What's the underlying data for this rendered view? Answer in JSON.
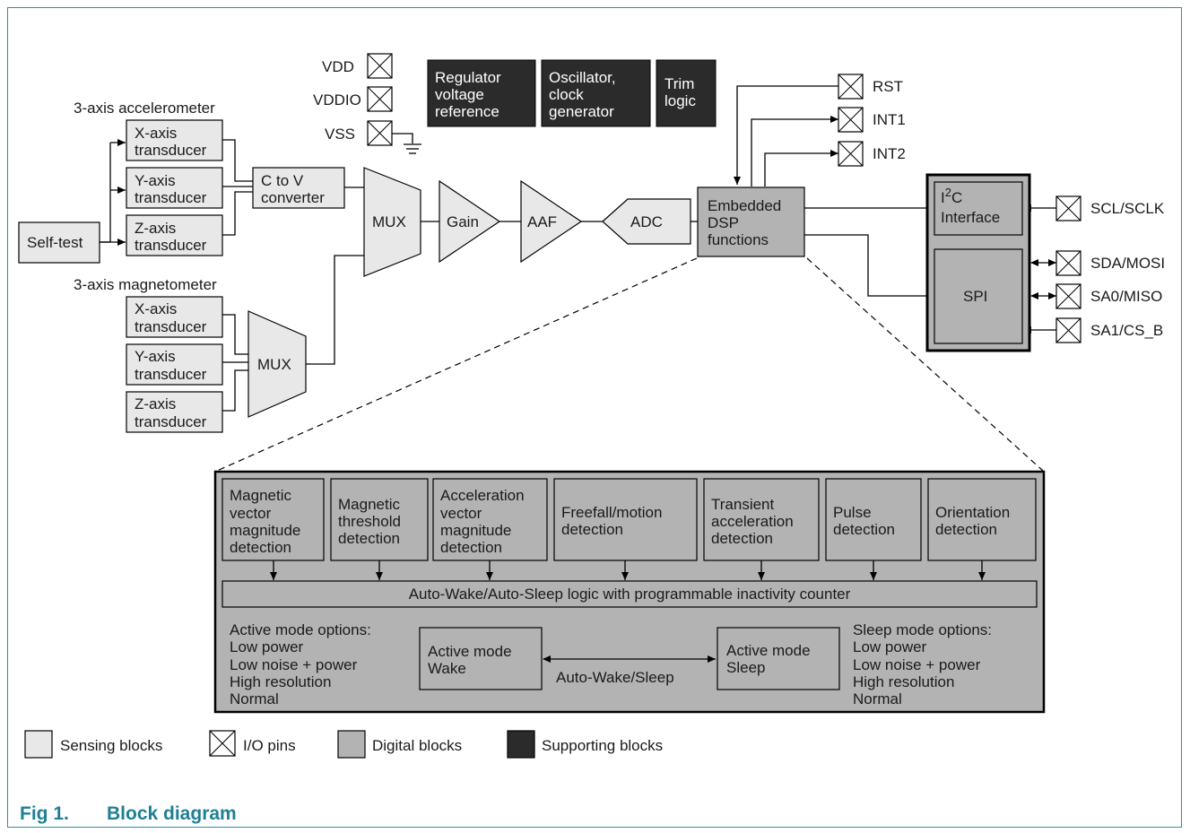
{
  "sensors": {
    "accel_label": "3-axis accelerometer",
    "mag_label": "3-axis magnetometer",
    "accel_x": [
      "X-axis",
      "transducer"
    ],
    "accel_y": [
      "Y-axis",
      "transducer"
    ],
    "accel_z": [
      "Z-axis",
      "transducer"
    ],
    "mag_x": [
      "X-axis",
      "transducer"
    ],
    "mag_y": [
      "Y-axis",
      "transducer"
    ],
    "mag_z": [
      "Z-axis",
      "transducer"
    ],
    "self_test": "Self-test"
  },
  "chain": {
    "ctov": [
      "C to V",
      "converter"
    ],
    "mux_main": "MUX",
    "mux_mag": "MUX",
    "gain": "Gain",
    "aaf": "AAF",
    "adc": "ADC",
    "dsp": [
      "Embedded",
      "DSP",
      "functions"
    ]
  },
  "power_pins": {
    "vdd": "VDD",
    "vddio": "VDDIO",
    "vss": "VSS"
  },
  "support": {
    "regulator": [
      "Regulator",
      "voltage",
      "reference"
    ],
    "oscillator": [
      "Oscillator,",
      "clock",
      "generator"
    ],
    "trim": [
      "Trim",
      "logic"
    ]
  },
  "out_pins": {
    "rst": "RST",
    "int1": "INT1",
    "int2": "INT2"
  },
  "interface": {
    "i2c_base": "I",
    "i2c_sup": "2",
    "i2c_rest": "C",
    "i2c_line2": "Interface",
    "spi": "SPI",
    "scl": "SCL/SCLK",
    "sda": "SDA/MOSI",
    "sa0": "SA0/MISO",
    "sa1": "SA1/CS_B"
  },
  "dsp_detail": {
    "functions": [
      [
        "Magnetic",
        "vector",
        "magnitude",
        "detection"
      ],
      [
        "Magnetic",
        "threshold",
        "detection"
      ],
      [
        "Acceleration",
        "vector",
        "magnitude",
        "detection"
      ],
      [
        "Freefall/motion",
        "detection"
      ],
      [
        "Transient",
        "acceleration",
        "detection"
      ],
      [
        "Pulse",
        "detection"
      ],
      [
        "Orientation",
        "detection"
      ]
    ],
    "autowake_bar": "Auto-Wake/Auto-Sleep logic with programmable inactivity counter",
    "active_options": [
      "Active mode options:",
      "Low power",
      "Low noise + power",
      "High resolution",
      "Normal"
    ],
    "sleep_options": [
      "Sleep mode options:",
      "Low power",
      "Low noise + power",
      "High resolution",
      "Normal"
    ],
    "mode_wake": [
      "Active mode",
      "Wake"
    ],
    "mode_sleep": [
      "Active mode",
      "Sleep"
    ],
    "transition": "Auto-Wake/Sleep"
  },
  "legend": {
    "sensing": "Sensing blocks",
    "io": "I/O pins",
    "digital": "Digital blocks",
    "supporting": "Supporting blocks"
  },
  "caption": {
    "fig": "Fig 1.",
    "title": "Block diagram"
  },
  "colors": {
    "sensing": "#e8e8e8",
    "digital": "#b3b3b3",
    "supporting": "#2b2b2b",
    "caption": "#1f7f93"
  }
}
